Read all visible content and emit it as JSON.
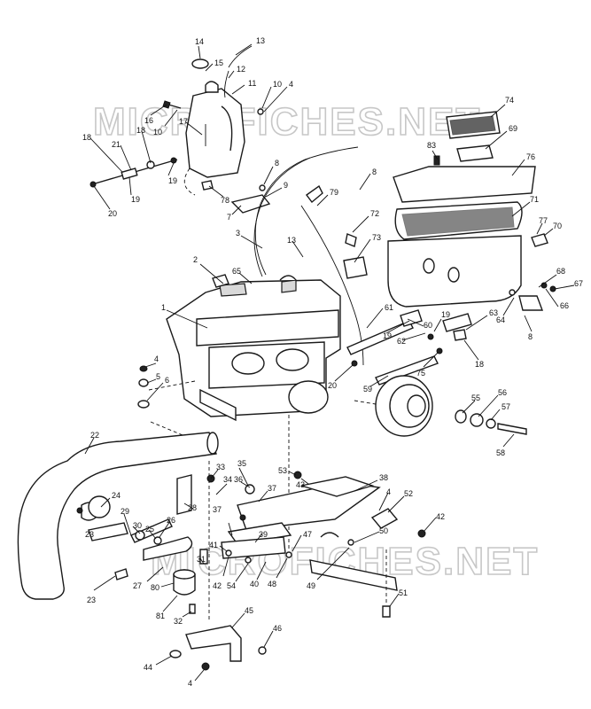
{
  "watermarks": [
    "MICROFICHES.NET",
    "MICROFICHES.NET"
  ],
  "callouts": [
    "14",
    "13",
    "15",
    "12",
    "11",
    "10",
    "4",
    "16",
    "10",
    "17",
    "18",
    "21",
    "18",
    "19",
    "19",
    "20",
    "8",
    "9",
    "78",
    "7",
    "8",
    "79",
    "3",
    "13",
    "72",
    "73",
    "2",
    "65",
    "1",
    "61",
    "60",
    "19",
    "62",
    "19",
    "63",
    "64",
    "68",
    "66",
    "67",
    "8",
    "18",
    "75",
    "20",
    "59",
    "74",
    "83",
    "69",
    "76",
    "71",
    "77",
    "70",
    "4",
    "5",
    "6",
    "55",
    "56",
    "57",
    "58",
    "22",
    "33",
    "35",
    "34",
    "36",
    "37",
    "53",
    "43",
    "38",
    "4",
    "52",
    "42",
    "24",
    "29",
    "28",
    "26",
    "30",
    "25",
    "37",
    "39",
    "41",
    "47",
    "50",
    "23",
    "27",
    "31",
    "42",
    "54",
    "40",
    "48",
    "49",
    "80",
    "51",
    "23",
    "81",
    "32",
    "45",
    "46",
    "44",
    "4"
  ]
}
